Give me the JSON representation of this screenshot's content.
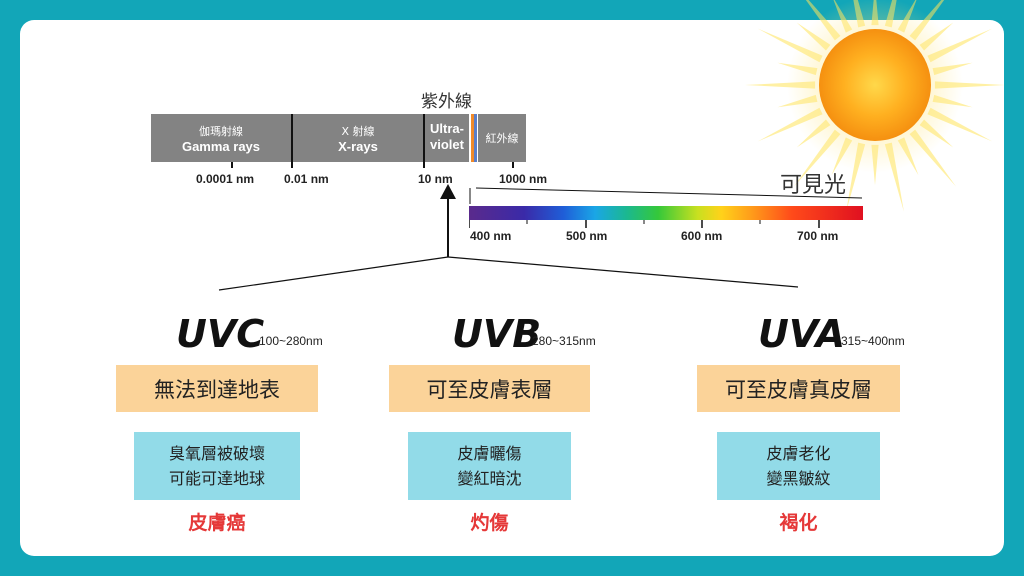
{
  "spectrum": {
    "top_title": "紫外線",
    "segments": [
      {
        "zh": "伽瑪射線",
        "en": "Gamma rays"
      },
      {
        "zh": "X 射線",
        "en": "X-rays"
      },
      {
        "zh": "",
        "en": "Ultra-"
      },
      {
        "zh": "",
        "en": "violet"
      },
      {
        "zh": "紅外線",
        "en": ""
      }
    ],
    "ticks": [
      "0.0001 nm",
      "0.01 nm",
      "10 nm",
      "1000 nm"
    ],
    "visible_title": "可見光",
    "visible_ticks": [
      "400 nm",
      "500 nm",
      "600 nm",
      "700 nm"
    ],
    "colors": {
      "bar": "#838383",
      "uv_stripe": "#f08a2a",
      "ir_stripe": "#5a7ec8"
    }
  },
  "uv_types": [
    {
      "name": "UVC",
      "range": "100~280nm",
      "reach": "無法到達地表",
      "effects": [
        "臭氧層被破壞",
        "可能可達地球"
      ],
      "harm": "皮膚癌"
    },
    {
      "name": "UVB",
      "range": "280~315nm",
      "reach": "可至皮膚表層",
      "effects": [
        "皮膚曬傷",
        "變紅暗沈"
      ],
      "harm": "灼傷"
    },
    {
      "name": "UVA",
      "range": "315~400nm",
      "reach": "可至皮膚真皮層",
      "effects": [
        "皮膚老化",
        "變黑皺紋"
      ],
      "harm": "褐化"
    }
  ],
  "colors": {
    "frame": "#12a6b8",
    "reach_box": "#fbd399",
    "effect_box": "#92dbe8",
    "harm_text": "#e53838"
  }
}
